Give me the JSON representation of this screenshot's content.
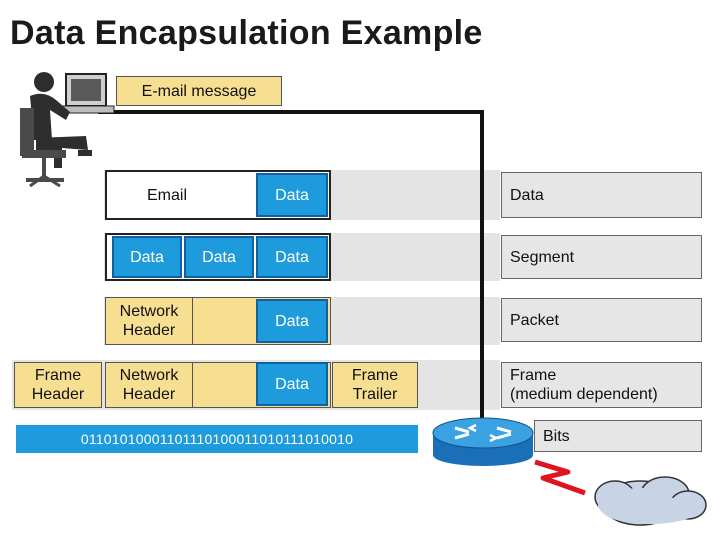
{
  "title": "Data Encapsulation Example",
  "email_message": "E-mail message",
  "rows": {
    "data_row": {
      "email": "Email",
      "data": "Data"
    },
    "segment_row": {
      "data1": "Data",
      "data2": "Data",
      "data3": "Data"
    },
    "packet_row": {
      "network_header": "Network\nHeader",
      "data": "Data"
    },
    "frame_row": {
      "frame_header": "Frame\nHeader",
      "network_header": "Network\nHeader",
      "data": "Data",
      "frame_trailer": "Frame\nTrailer"
    },
    "bits_row": {
      "bits": "01101010001101110100011010111010010"
    }
  },
  "labels": {
    "data": "Data",
    "segment": "Segment",
    "packet": "Packet",
    "frame": "Frame\n(medium dependent)",
    "bits": "Bits"
  },
  "icons": [
    "user-at-computer-icon",
    "router-icon",
    "lightning-icon",
    "cloud-icon"
  ],
  "colors": {
    "blue": "#1d9bdc",
    "yellow": "#f7df92",
    "gray": "#e6e6e6"
  }
}
